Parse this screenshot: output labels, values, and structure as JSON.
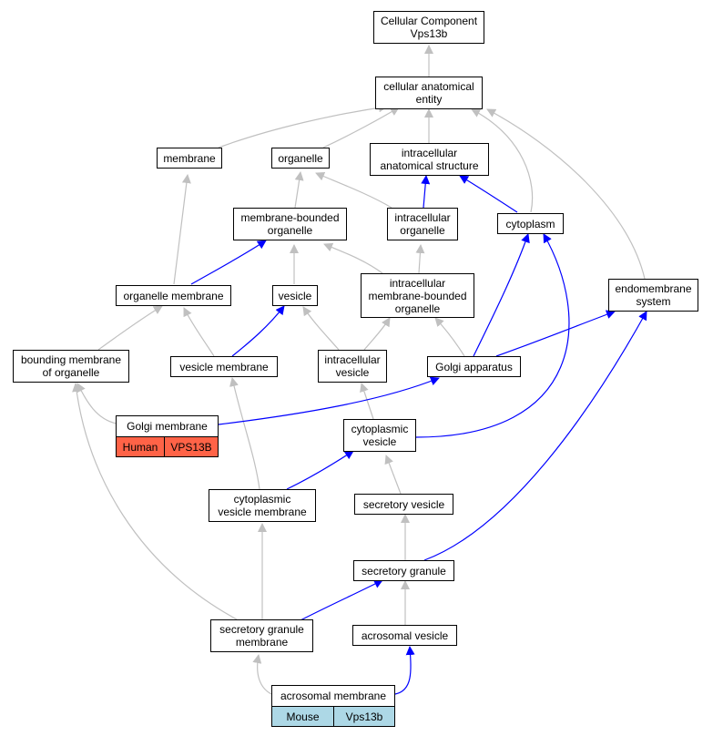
{
  "title": "Cellular Component\nVps13b",
  "nodes": {
    "root": "Cellular Component\nVps13b",
    "cellular_anatomical_entity": "cellular anatomical\nentity",
    "membrane": "membrane",
    "organelle": "organelle",
    "intracellular_anatomical_structure": "intracellular\nanatomical structure",
    "membrane_bounded_organelle": "membrane-bounded\norganelle",
    "intracellular_organelle": "intracellular\norganelle",
    "cytoplasm": "cytoplasm",
    "organelle_membrane": "organelle membrane",
    "vesicle": "vesicle",
    "intracellular_membrane_bounded_organelle": "intracellular\nmembrane-bounded\norganelle",
    "endomembrane_system": "endomembrane\nsystem",
    "bounding_membrane_of_organelle": "bounding membrane\nof organelle",
    "vesicle_membrane": "vesicle membrane",
    "intracellular_vesicle": "intracellular\nvesicle",
    "golgi_apparatus": "Golgi apparatus",
    "cytoplasmic_vesicle": "cytoplasmic\nvesicle",
    "cytoplasmic_vesicle_membrane": "cytoplasmic\nvesicle membrane",
    "secretory_vesicle": "secretory vesicle",
    "secretory_granule": "secretory granule",
    "secretory_granule_membrane": "secretory granule\nmembrane",
    "acrosomal_vesicle": "acrosomal vesicle"
  },
  "annotated_nodes": {
    "golgi_membrane": {
      "label": "Golgi membrane",
      "species": "Human",
      "gene": "VPS13B",
      "color": "#ff6347"
    },
    "acrosomal_membrane": {
      "label": "acrosomal membrane",
      "species": "Mouse",
      "gene": "Vps13b",
      "color": "#add8e6"
    }
  },
  "edge_colors": {
    "is_a": "#c0c0c0",
    "part_of": "#0000ff"
  }
}
